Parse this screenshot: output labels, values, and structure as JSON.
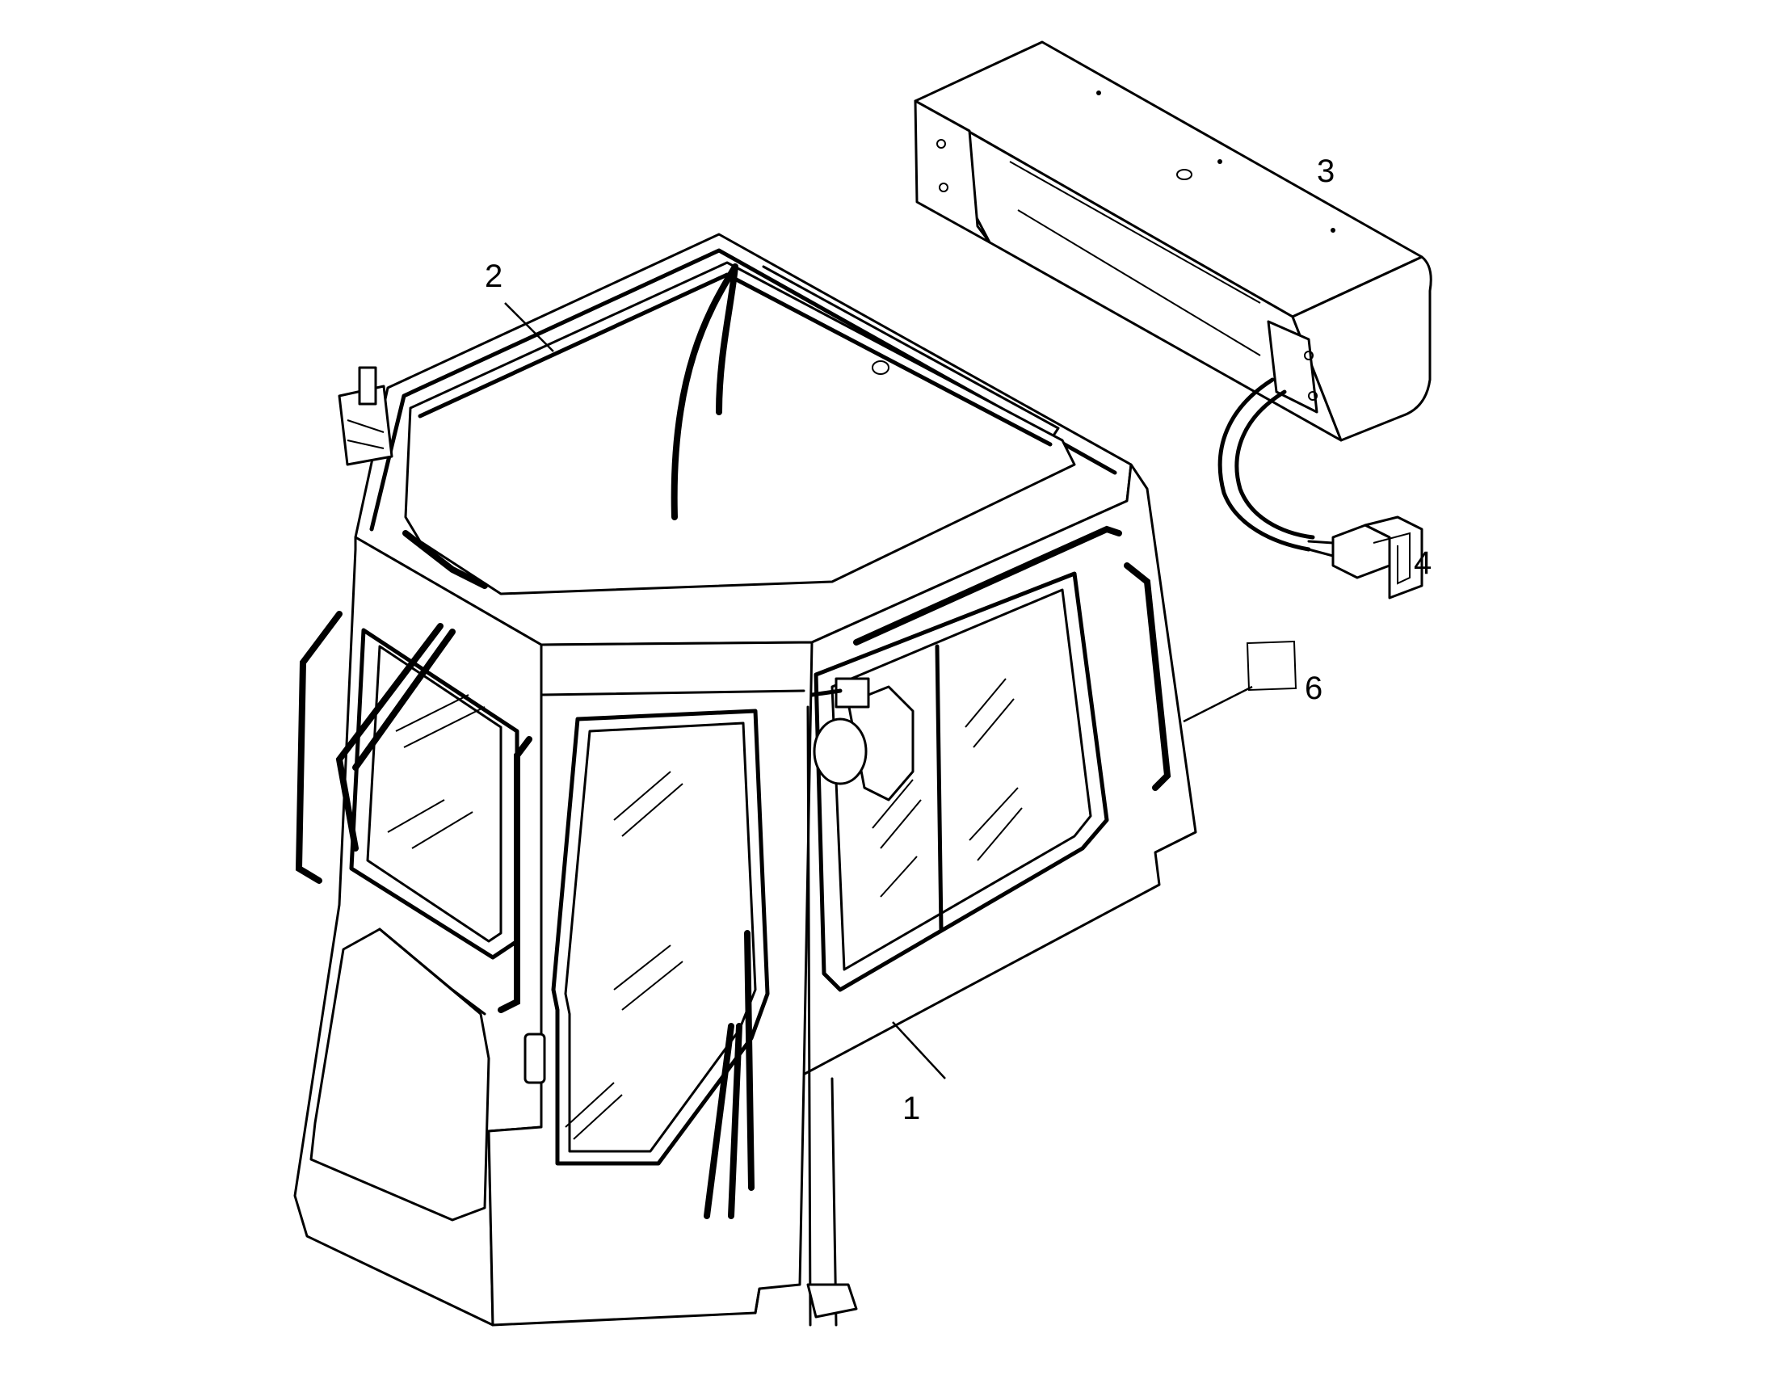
{
  "diagram": {
    "callouts": [
      {
        "id": "1",
        "label": "1"
      },
      {
        "id": "2",
        "label": "2"
      },
      {
        "id": "3",
        "label": "3"
      },
      {
        "id": "4",
        "label": "4"
      },
      {
        "id": "6",
        "label": "6"
      }
    ]
  }
}
